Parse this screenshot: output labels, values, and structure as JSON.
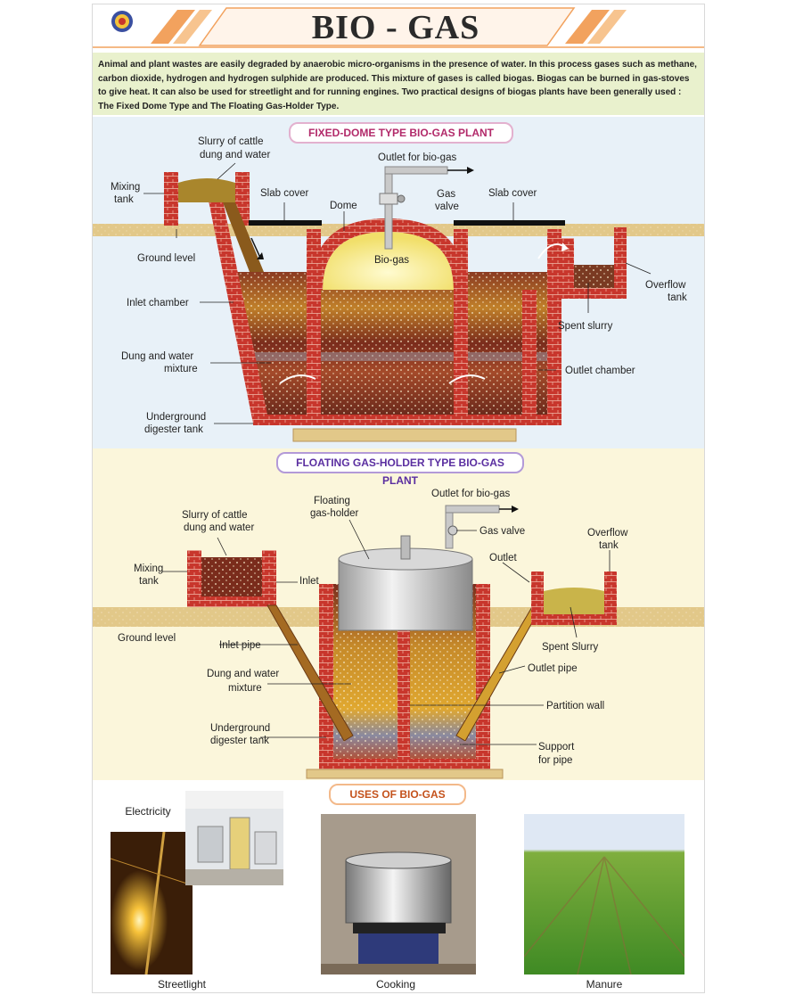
{
  "title": "BIO - GAS",
  "intro": "Animal and plant wastes are easily degraded by anaerobic micro-organisms in the presence of water. In this process gases such as methane, carbon dioxide, hydrogen and hydrogen sulphide are produced. This mixture of gases is called biogas. Biogas can be burned in gas-stoves to give heat. It can also be used for streetlight and for running engines. Two practical designs of biogas plants have been generally used : The Fixed Dome Type and The Floating Gas-Holder Type.",
  "fixed_dome": {
    "heading": "FIXED-DOME TYPE BIO-GAS PLANT",
    "labels": {
      "slurry1": "Slurry of cattle",
      "slurry2": "dung and water",
      "mixing1": "Mixing",
      "mixing2": "tank",
      "slab_left": "Slab cover",
      "dome": "Dome",
      "outlet": "Outlet for bio-gas",
      "gas_valve1": "Gas",
      "gas_valve2": "valve",
      "slab_right": "Slab cover",
      "ground": "Ground level",
      "biogas": "Bio-gas",
      "overflow1": "Overflow",
      "overflow2": "tank",
      "inlet_chamber": "Inlet chamber",
      "spent": "Spent slurry",
      "dung1": "Dung and water",
      "dung2": "mixture",
      "outlet_chamber": "Outlet chamber",
      "digester1": "Underground",
      "digester2": "digester tank"
    }
  },
  "floating": {
    "heading": "FLOATING GAS-HOLDER TYPE BIO-GAS PLANT",
    "labels": {
      "outlet": "Outlet for bio-gas",
      "floating1": "Floating",
      "floating2": "gas-holder",
      "slurry1": "Slurry of cattle",
      "slurry2": "dung and water",
      "gas_valve": "Gas valve",
      "overflow1": "Overflow",
      "overflow2": "tank",
      "mixing1": "Mixing",
      "mixing2": "tank",
      "inlet": "Inlet",
      "outlet_lbl": "Outlet",
      "ground": "Ground level",
      "inlet_pipe": "Inlet pipe",
      "spent": "Spent Slurry",
      "dung1": "Dung and water",
      "dung2": "mixture",
      "outlet_pipe": "Outlet pipe",
      "partition": "Partition wall",
      "digester1": "Underground",
      "digester2": "digester tank",
      "support1": "Support",
      "support2": "for pipe"
    }
  },
  "uses": {
    "heading": "USES OF BIO-GAS",
    "electricity": "Electricity",
    "streetlight": "Streetlight",
    "cooking": "Cooking",
    "manure": "Manure"
  },
  "colors": {
    "brick": "#c8362c",
    "intro_bg": "#e9f1cd",
    "sec1_bg": "#e8f1f8",
    "sec2_bg": "#fbf6db",
    "ground": "#e2c889"
  }
}
